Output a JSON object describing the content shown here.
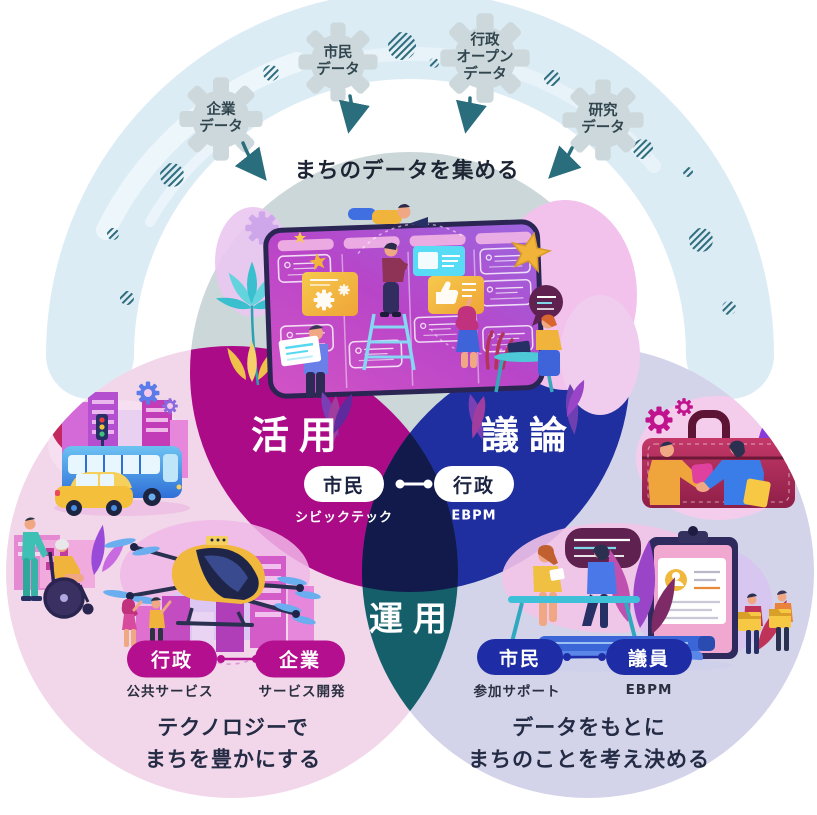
{
  "colors": {
    "ring": "#dcecf5",
    "gear_fill": "#ccd8db",
    "arrow": "#2a6e7d",
    "top_circle": "#ccd7d9",
    "left_circle": "#f2d6e9",
    "right_circle": "#d3d4ea",
    "lens_use": "#ab0b86",
    "lens_discuss": "#202f9f",
    "lens_operate": "#145f6a",
    "lens_center": "#111a4b",
    "pill_magenta": "#b40f8e",
    "pill_navy": "#1e2da5"
  },
  "icons": {
    "ring_gear": "gear-icon",
    "flow_arrow": "arrow-down-icon",
    "dot": "hatched-dot-icon"
  },
  "ring": {
    "gears": [
      {
        "id": "corporate",
        "lines": [
          "企業",
          "データ"
        ]
      },
      {
        "id": "citizen",
        "lines": [
          "市民",
          "データ"
        ]
      },
      {
        "id": "gov_open",
        "lines": [
          "行政",
          "オープン",
          "データ"
        ]
      },
      {
        "id": "research",
        "lines": [
          "研究",
          "データ"
        ]
      }
    ]
  },
  "top": {
    "title": "まちのデータを集める"
  },
  "regions": {
    "use": "活用",
    "discuss": "議論",
    "operate": "運用"
  },
  "center": {
    "pill_left": "市民",
    "pill_right": "行政",
    "sub_left": "シビックテック",
    "sub_right": "EBPM"
  },
  "left": {
    "pill_left": "行政",
    "pill_right": "企業",
    "sub_left": "公共サービス",
    "sub_right": "サービス開発",
    "caption": [
      "テクノロジーで",
      "まちを豊かにする"
    ]
  },
  "right": {
    "pill_left": "市民",
    "pill_right": "議員",
    "sub_left": "参加サポート",
    "sub_right": "EBPM",
    "caption": [
      "データをもとに",
      "まちのことを考え決める"
    ]
  }
}
